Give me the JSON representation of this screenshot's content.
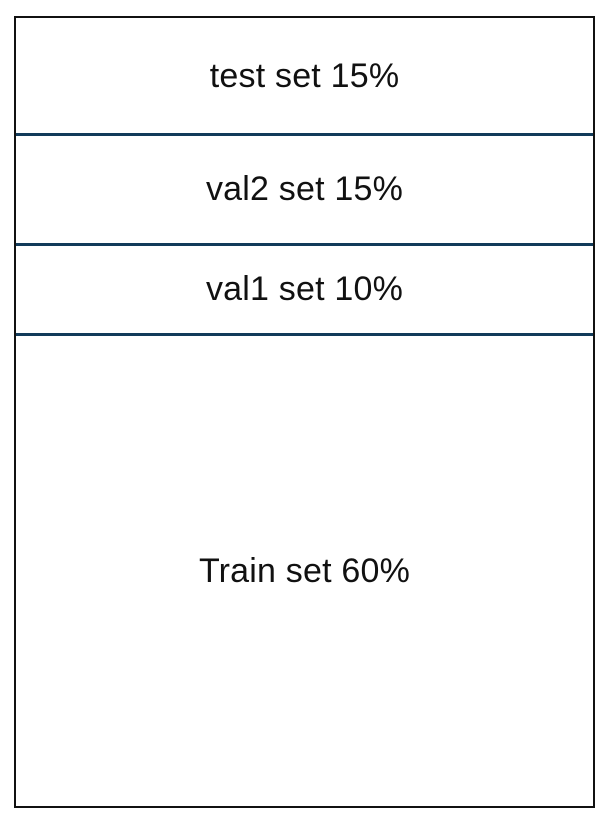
{
  "diagram": {
    "segments": [
      {
        "label": "test set 15%"
      },
      {
        "label": "val2 set 15%"
      },
      {
        "label": "val1 set 10%"
      },
      {
        "label": "Train set 60%"
      }
    ]
  }
}
